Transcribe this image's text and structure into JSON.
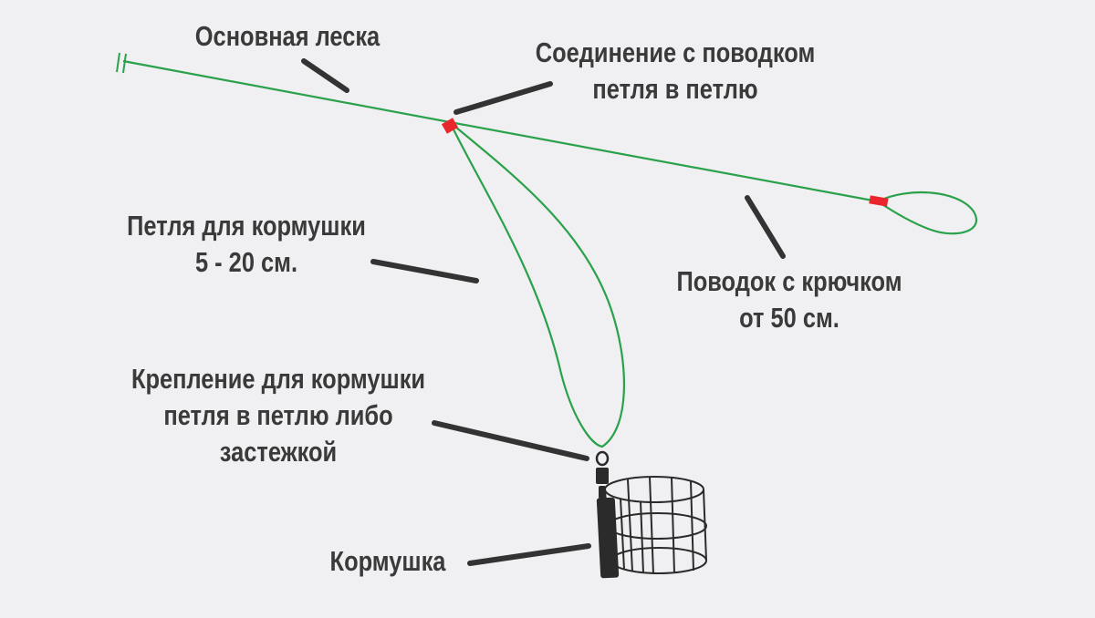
{
  "labels": {
    "main_line": "Основная леска",
    "connection": [
      "Соединение с поводком",
      "петля в петлю"
    ],
    "feeder_loop": [
      "Петля для кормушки",
      "5 - 20 см."
    ],
    "leader": [
      "Поводок с крючком",
      "от  50 см."
    ],
    "attachment": [
      "Крепление для кормушки",
      "петля в петлю либо",
      "застежкой"
    ],
    "feeder": "Кормушка"
  },
  "colors": {
    "background": "#f0f0f2",
    "line": "#2aa14a",
    "knot": "#e8262c",
    "pointer": "#333333",
    "text": "#3a3a3a",
    "feeder": "#2b2b2b"
  }
}
